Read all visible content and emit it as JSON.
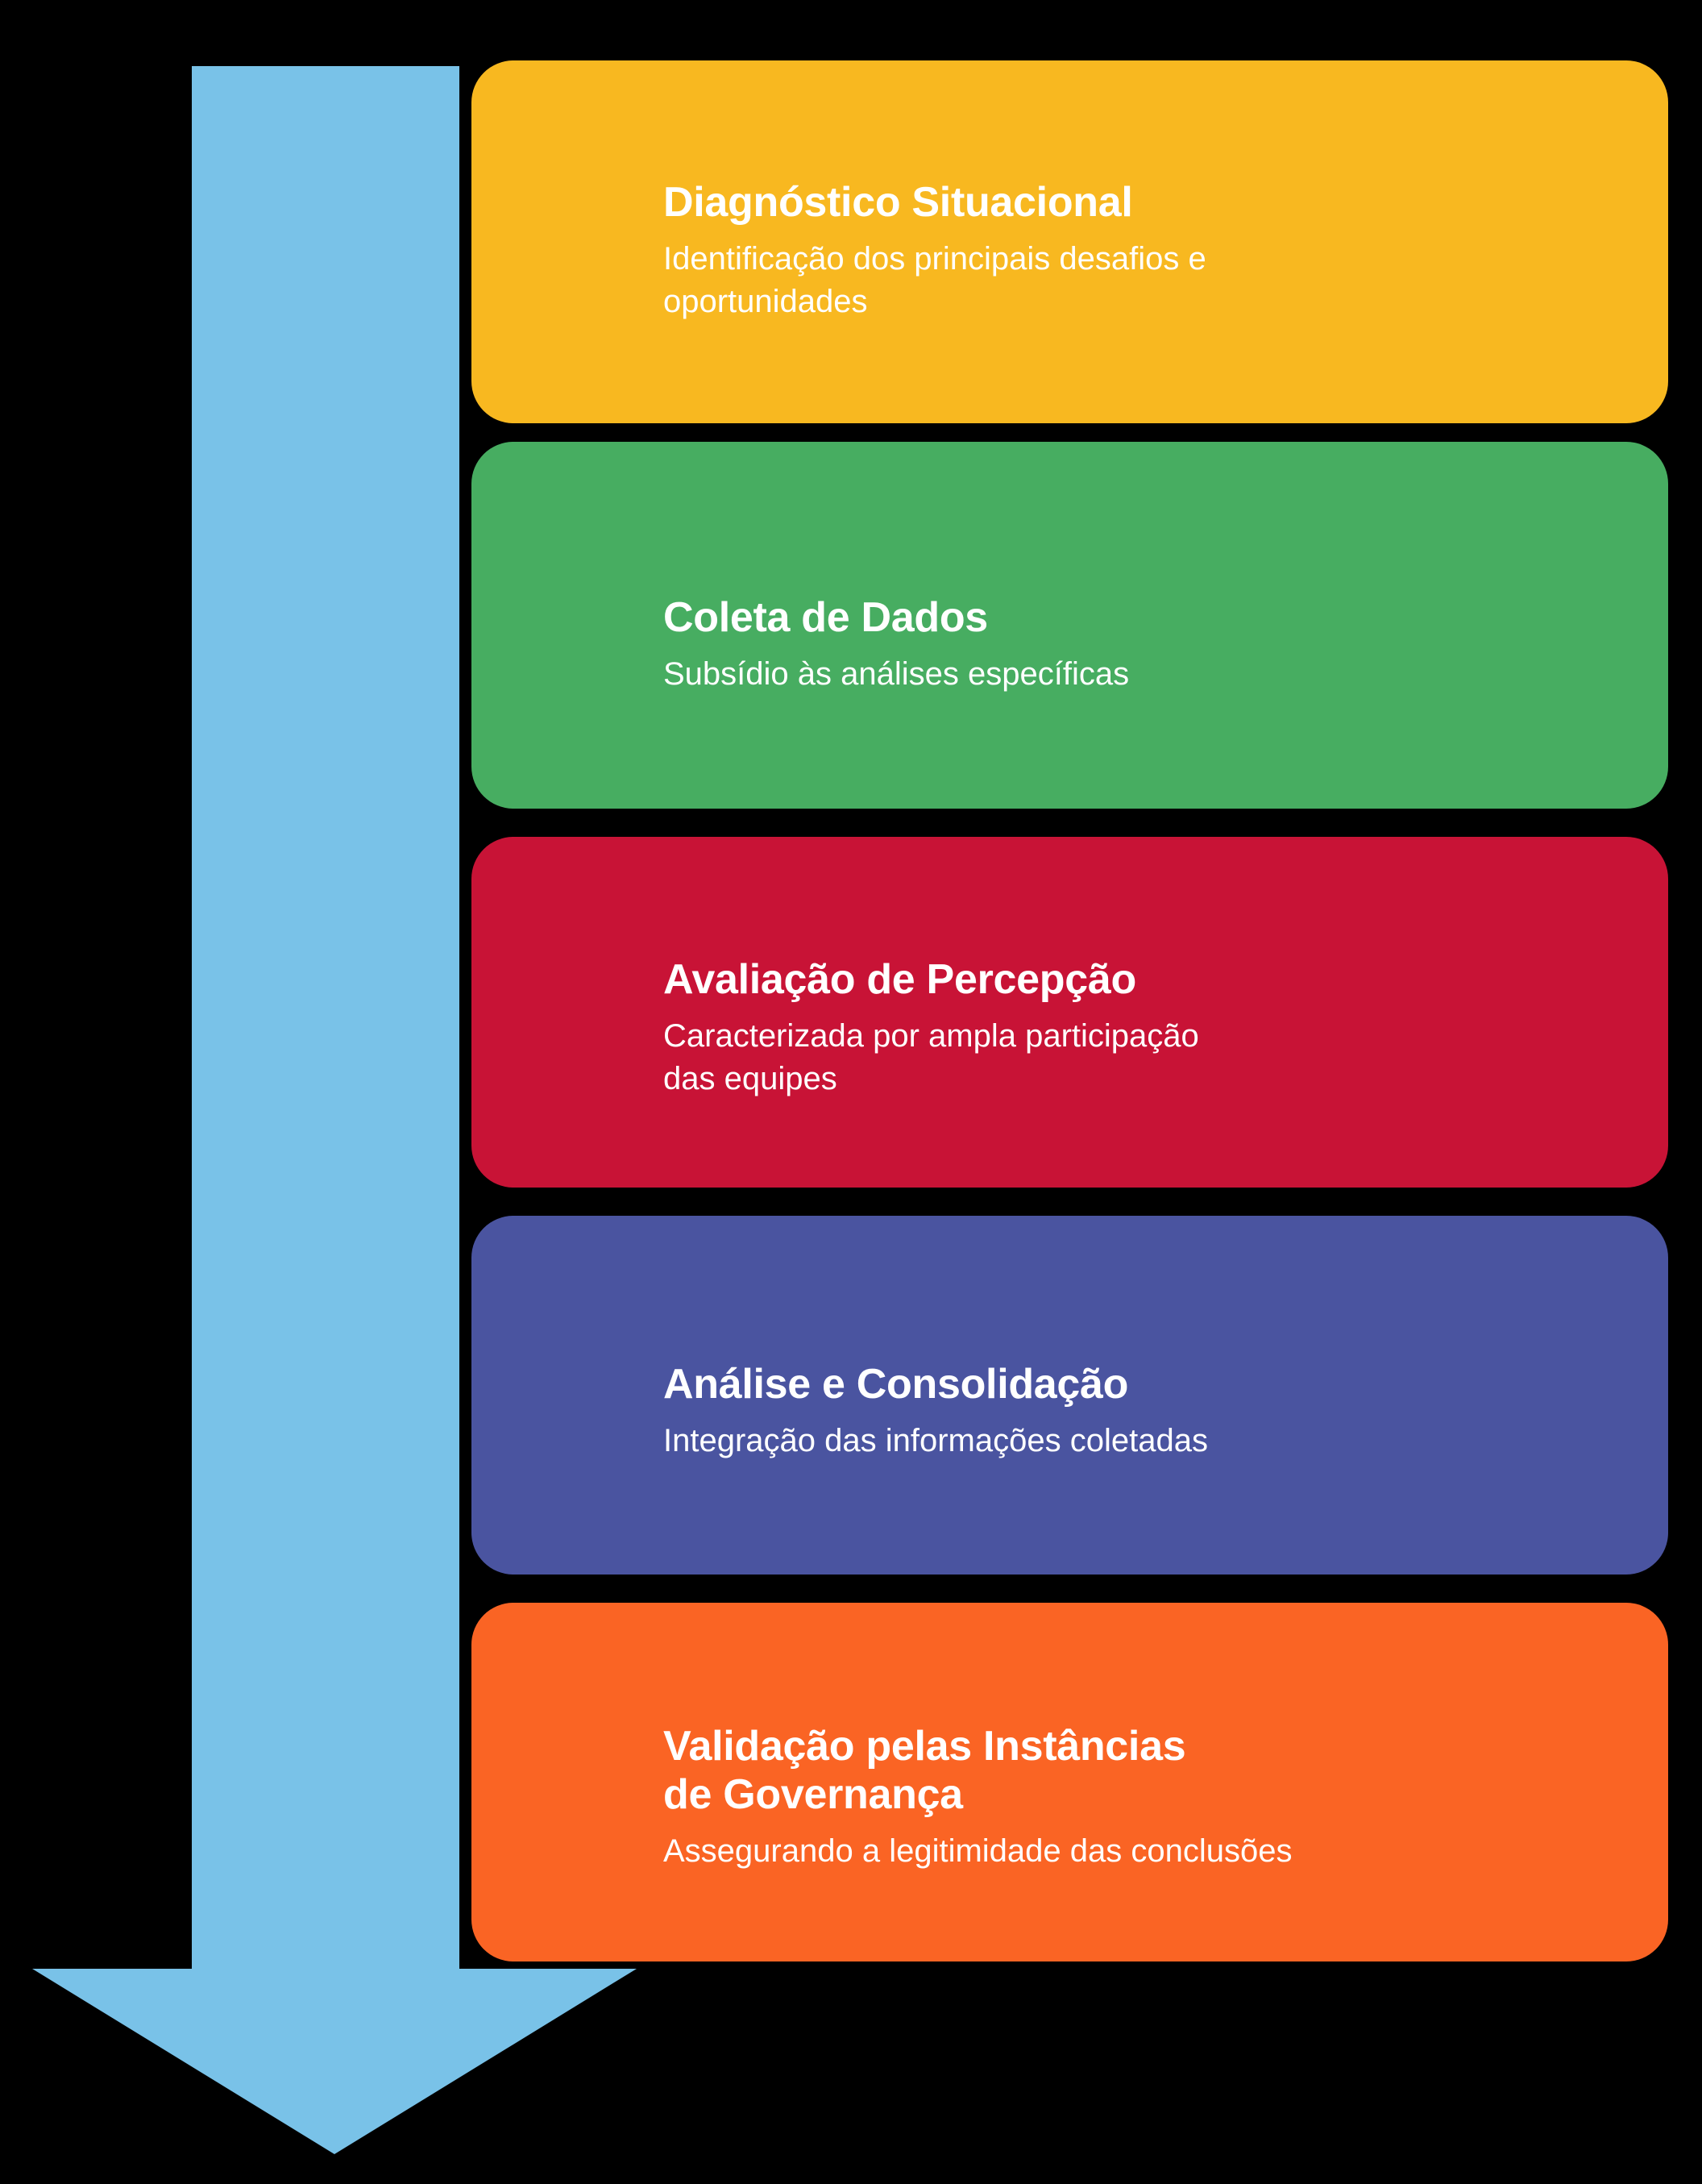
{
  "diagram": {
    "type": "vertical-process-arrow",
    "arrow": {
      "name": "downward-process-arrow",
      "color": "#79C2E8",
      "direction": "down"
    },
    "steps": [
      {
        "index": 1,
        "title": "Diagnóstico Situacional",
        "subtitle": "Identificação dos principais desafios e\noportunidades",
        "color": "#F8B820"
      },
      {
        "index": 2,
        "title": "Coleta de Dados",
        "subtitle": "Subsídio às análises específicas",
        "color": "#47AD61"
      },
      {
        "index": 3,
        "title": "Avaliação de Percepção",
        "subtitle": "Caracterizada por ampla participação\ndas equipes",
        "color": "#C81336"
      },
      {
        "index": 4,
        "title": "Análise e Consolidação",
        "subtitle": "Integração das informações coletadas",
        "color": "#4A54A0"
      },
      {
        "index": 5,
        "title": "Validação pelas Instâncias\nde Governança",
        "subtitle": "Assegurando a legitimidade das conclusões",
        "color": "#FA6424"
      }
    ],
    "background_color": "#000000",
    "text_color": "#FFFFFF"
  }
}
